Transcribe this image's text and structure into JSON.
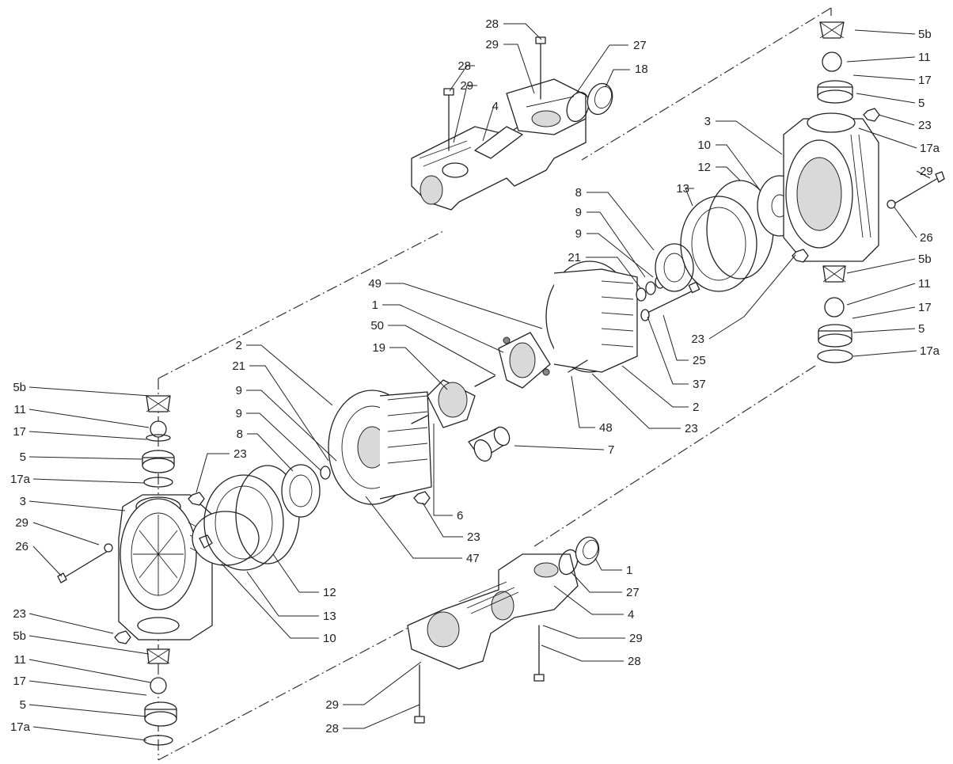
{
  "diagram": {
    "type": "exploded-parts-view",
    "callouts": [
      {
        "id": "top-28-a",
        "text": "28"
      },
      {
        "id": "top-29-a",
        "text": "29"
      },
      {
        "id": "top-27",
        "text": "27"
      },
      {
        "id": "top-18",
        "text": "18"
      },
      {
        "id": "top-28-b",
        "text": "28"
      },
      {
        "id": "top-29-b",
        "text": "29"
      },
      {
        "id": "top-4",
        "text": "4"
      },
      {
        "id": "r-5b-top",
        "text": "5b"
      },
      {
        "id": "r-11-top",
        "text": "11"
      },
      {
        "id": "r-17-top",
        "text": "17"
      },
      {
        "id": "r-5-top",
        "text": "5"
      },
      {
        "id": "r-23-top",
        "text": "23"
      },
      {
        "id": "r-17a-top",
        "text": "17a"
      },
      {
        "id": "r-29",
        "text": "29"
      },
      {
        "id": "r-26",
        "text": "26"
      },
      {
        "id": "r-5b-bot",
        "text": "5b"
      },
      {
        "id": "r-11-bot",
        "text": "11"
      },
      {
        "id": "r-17-bot",
        "text": "17"
      },
      {
        "id": "r-5-bot",
        "text": "5"
      },
      {
        "id": "r-17a-bot",
        "text": "17a"
      },
      {
        "id": "rc-3",
        "text": "3"
      },
      {
        "id": "rc-10",
        "text": "10"
      },
      {
        "id": "rc-12",
        "text": "12"
      },
      {
        "id": "rc-13",
        "text": "13"
      },
      {
        "id": "rc-8",
        "text": "8"
      },
      {
        "id": "rc-9-a",
        "text": "9"
      },
      {
        "id": "rc-9-b",
        "text": "9"
      },
      {
        "id": "rc-21",
        "text": "21"
      },
      {
        "id": "rc-23",
        "text": "23"
      },
      {
        "id": "rc-25",
        "text": "25"
      },
      {
        "id": "rc-37",
        "text": "37"
      },
      {
        "id": "rc-2",
        "text": "2"
      },
      {
        "id": "rc-23-b",
        "text": "23"
      },
      {
        "id": "rc-48",
        "text": "48"
      },
      {
        "id": "c-49",
        "text": "49"
      },
      {
        "id": "c-1",
        "text": "1"
      },
      {
        "id": "c-50",
        "text": "50"
      },
      {
        "id": "c-19",
        "text": "19"
      },
      {
        "id": "c-7",
        "text": "7"
      },
      {
        "id": "c-6",
        "text": "6"
      },
      {
        "id": "c-23",
        "text": "23"
      },
      {
        "id": "c-47",
        "text": "47"
      },
      {
        "id": "lc-2",
        "text": "2"
      },
      {
        "id": "lc-21",
        "text": "21"
      },
      {
        "id": "lc-9-a",
        "text": "9"
      },
      {
        "id": "lc-9-b",
        "text": "9"
      },
      {
        "id": "lc-8",
        "text": "8"
      },
      {
        "id": "lc-23",
        "text": "23"
      },
      {
        "id": "lc-12",
        "text": "12"
      },
      {
        "id": "lc-13",
        "text": "13"
      },
      {
        "id": "lc-10",
        "text": "10"
      },
      {
        "id": "l-5b-top",
        "text": "5b"
      },
      {
        "id": "l-11-top",
        "text": "11"
      },
      {
        "id": "l-17-top",
        "text": "17"
      },
      {
        "id": "l-5-top",
        "text": "5"
      },
      {
        "id": "l-17a-top",
        "text": "17a"
      },
      {
        "id": "l-3",
        "text": "3"
      },
      {
        "id": "l-29",
        "text": "29"
      },
      {
        "id": "l-26",
        "text": "26"
      },
      {
        "id": "l-23",
        "text": "23"
      },
      {
        "id": "l-5b-bot",
        "text": "5b"
      },
      {
        "id": "l-11-bot",
        "text": "11"
      },
      {
        "id": "l-17-bot",
        "text": "17"
      },
      {
        "id": "l-5-bot",
        "text": "5"
      },
      {
        "id": "l-17a-bot",
        "text": "17a"
      },
      {
        "id": "b-1",
        "text": "1"
      },
      {
        "id": "b-27",
        "text": "27"
      },
      {
        "id": "b-4",
        "text": "4"
      },
      {
        "id": "b-29-a",
        "text": "29"
      },
      {
        "id": "b-28-a",
        "text": "28"
      },
      {
        "id": "b-29-b",
        "text": "29"
      },
      {
        "id": "b-28-b",
        "text": "28"
      }
    ]
  }
}
